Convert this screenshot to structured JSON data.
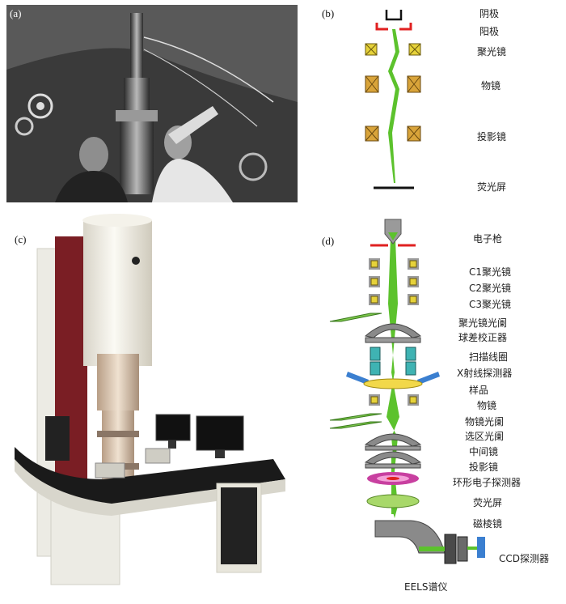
{
  "panels": {
    "a": {
      "label": "(a)"
    },
    "b": {
      "label": "(b)",
      "labels": [
        "阴极",
        "阳极",
        "聚光镜",
        "物镜",
        "投影镜",
        "荧光屏"
      ]
    },
    "c": {
      "label": "(c)"
    },
    "d": {
      "label": "(d)",
      "labels": [
        "电子枪",
        "C1聚光镜",
        "C2聚光镜",
        "C3聚光镜",
        "聚光镜光阑",
        "球差校正器",
        "扫描线圈",
        "X射线探测器",
        "样品",
        "物镜",
        "物镜光阑",
        "选区光阑",
        "中间镜",
        "投影镜",
        "环形电子探测器",
        "荧光屏",
        "磁棱镜",
        "CCD探测器",
        "EELS谱仪"
      ]
    }
  },
  "colors": {
    "beam": "#5cc22d",
    "anode": "#e02020",
    "lens_yellow": "#e6d23a",
    "lens_orange": "#d9a43a",
    "lens_teal": "#3fb3b3",
    "corrector": "#8a8a8a",
    "ring_detector": "#c840a0",
    "screen": "#a8d86a",
    "ccd": "#3b7fd0"
  }
}
